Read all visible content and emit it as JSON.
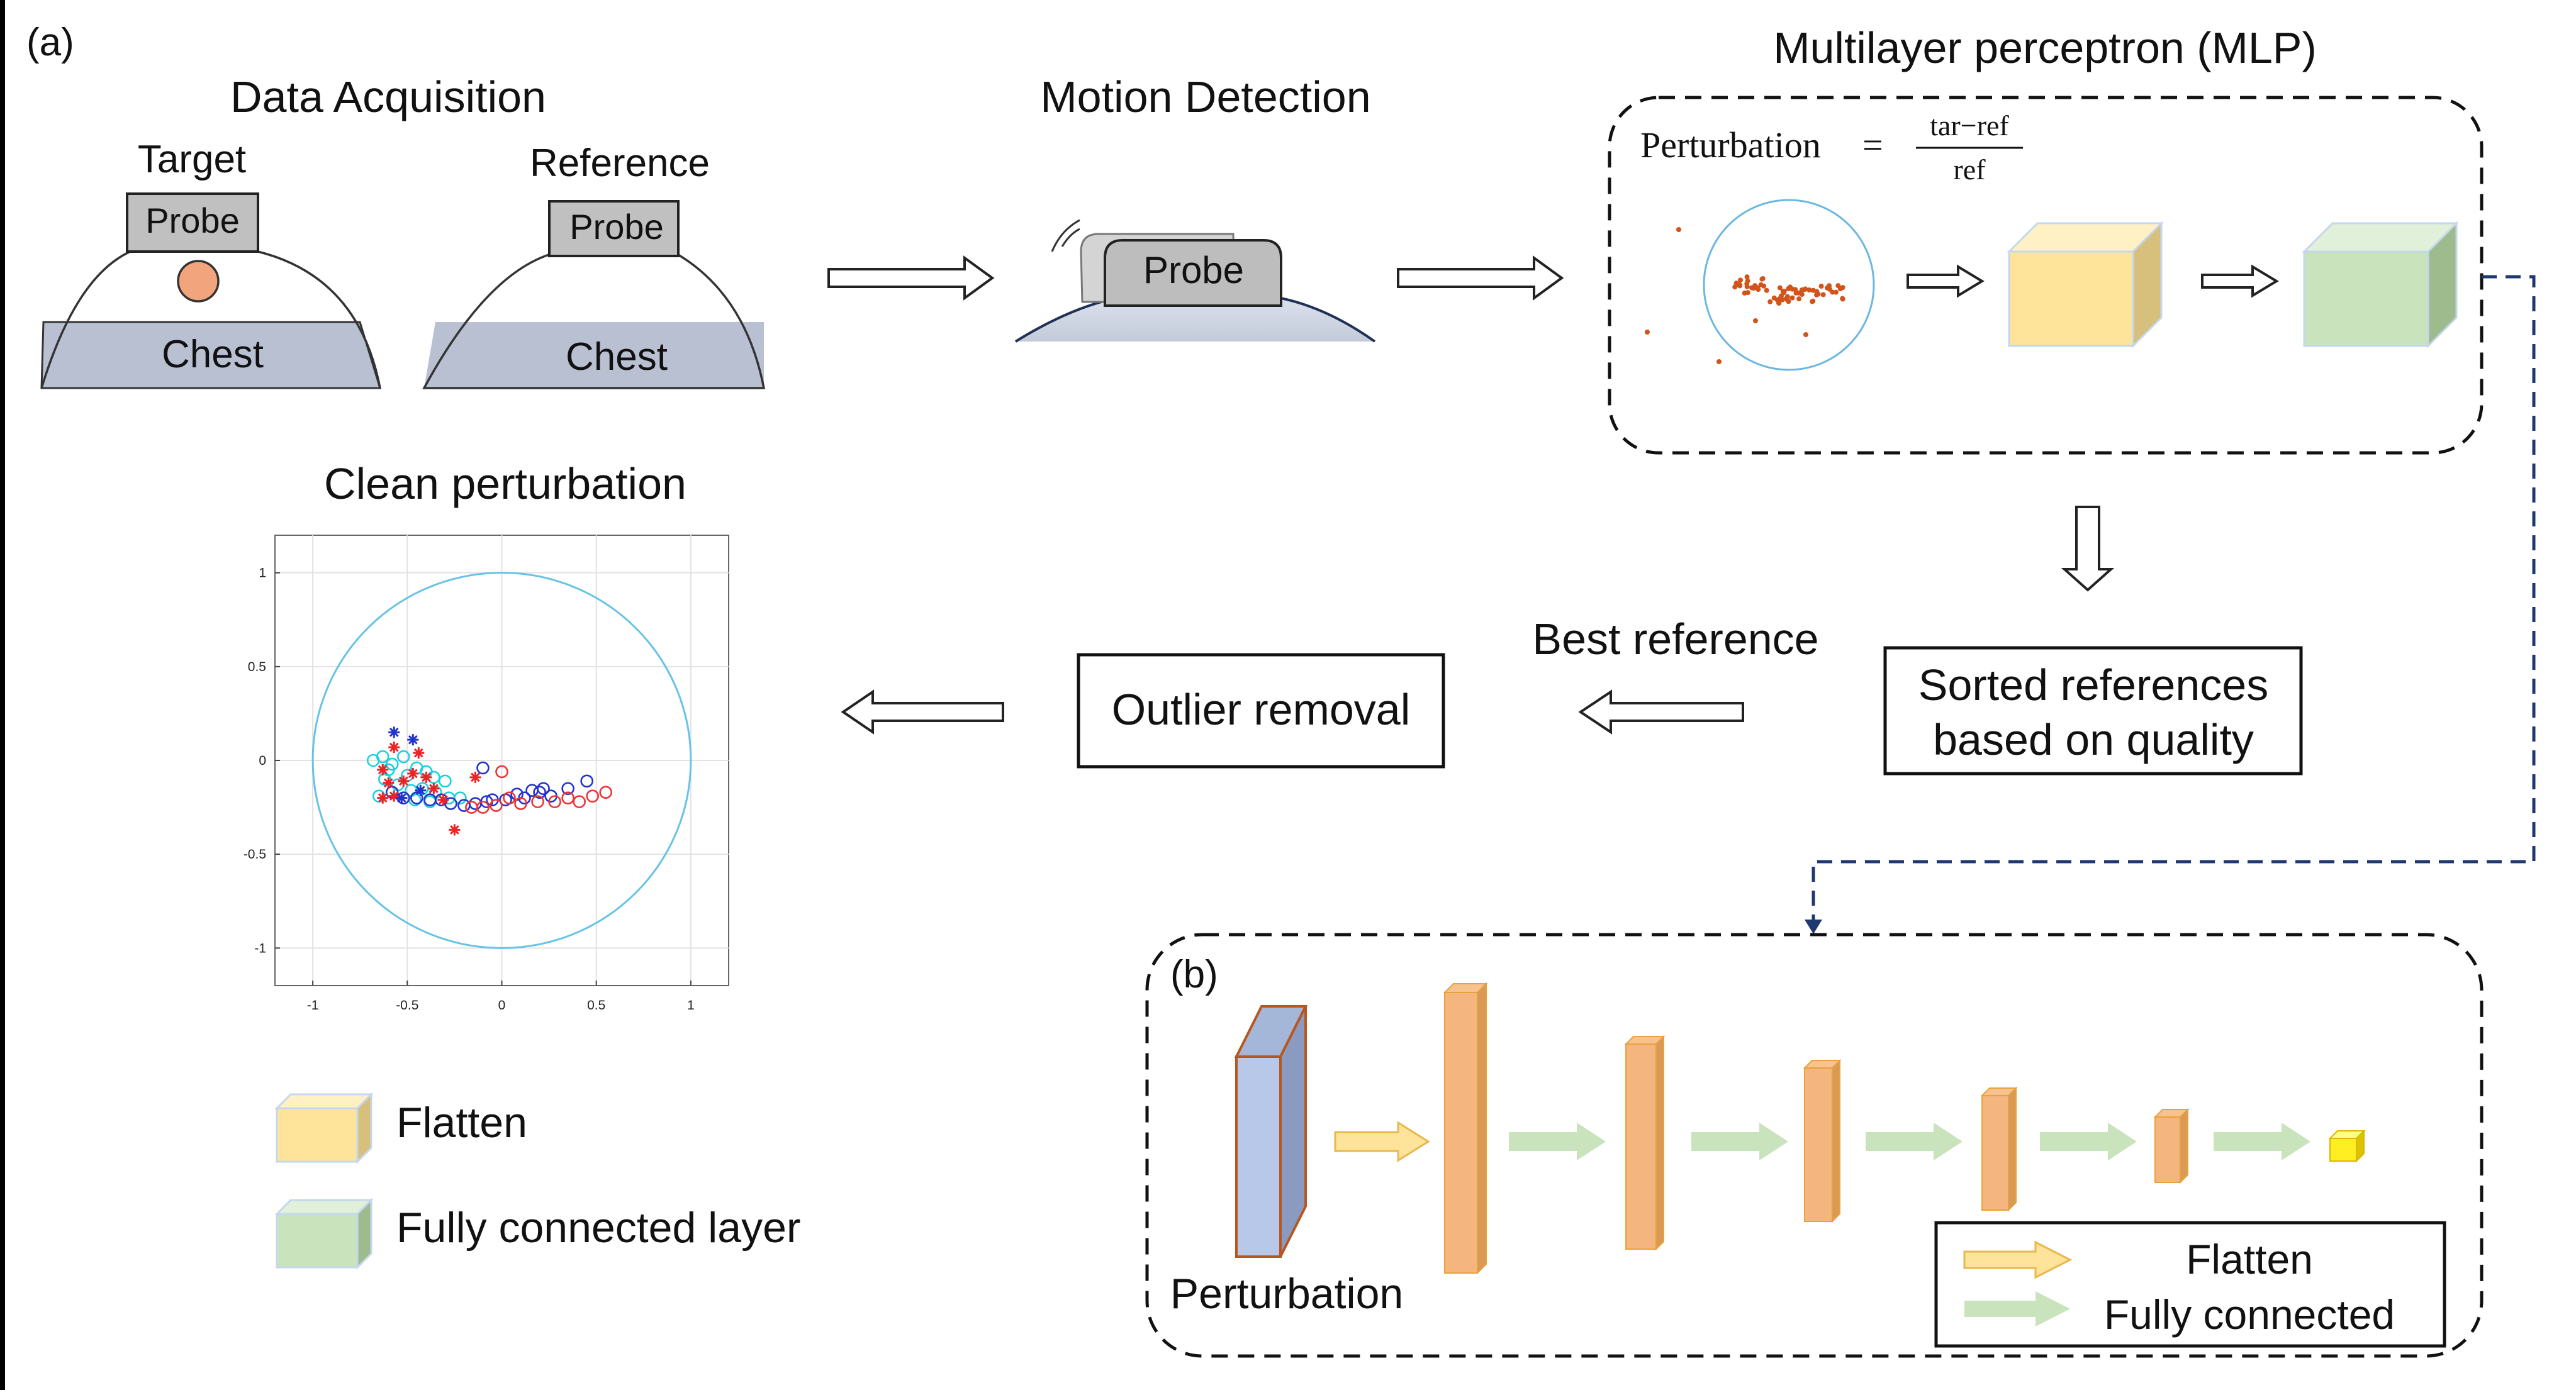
{
  "panel_a_label": "(a)",
  "panel_b_label": "(b)",
  "acquisition": {
    "title": "Data Acquisition",
    "target_label": "Target",
    "reference_label": "Reference",
    "probe_label": "Probe",
    "chest_label": "Chest"
  },
  "motion": {
    "title": "Motion Detection",
    "probe_label": "Probe"
  },
  "mlp": {
    "title": "Multilayer perceptron (MLP)",
    "formula_lhs": "Perturbation",
    "formula_eq": "=",
    "formula_num": "tar−ref",
    "formula_den": "ref"
  },
  "sorted_box": {
    "line1": "Sorted references",
    "line2": "based on quality"
  },
  "best_reference_label": "Best reference",
  "outlier_box": {
    "label": "Outlier removal"
  },
  "clean": {
    "title": "Clean perturbation"
  },
  "legend_a": {
    "flatten": "Flatten",
    "fully_connected": "Fully connected layer",
    "flatten_color": "#fde49a",
    "fc_color": "#c9e3bd"
  },
  "network": {
    "input_label": "Perturbation",
    "legend_flatten": "Flatten",
    "legend_fc": "Fully connected",
    "layer_color": "#f5b57f",
    "output_color": "#ffee22"
  },
  "chart_data": {
    "type": "scatter",
    "title": "Clean perturbation",
    "xlim": [
      -1.2,
      1.2
    ],
    "ylim": [
      -1.2,
      1.2
    ],
    "xticks": [
      -1,
      -0.5,
      0,
      0.5,
      1
    ],
    "xtick_labels": [
      "-1",
      "-0.5",
      "0",
      "0.5",
      "1"
    ],
    "yticks": [
      1,
      0.5,
      0,
      -0.5,
      -1
    ],
    "ytick_labels": [
      "1",
      "0.5",
      "0",
      "-0.5",
      "-1"
    ],
    "grid": true,
    "unit_circle": {
      "radius": 1,
      "color": "#67c3e6"
    },
    "series": [
      {
        "marker": "o",
        "color": "#19d0e0",
        "points": [
          [
            -0.68,
            0.0
          ],
          [
            -0.63,
            0.02
          ],
          [
            -0.58,
            -0.02
          ],
          [
            -0.52,
            0.02
          ],
          [
            -0.45,
            -0.04
          ],
          [
            -0.4,
            -0.06
          ],
          [
            -0.36,
            -0.09
          ],
          [
            -0.62,
            -0.1
          ],
          [
            -0.55,
            -0.13
          ],
          [
            -0.48,
            -0.16
          ],
          [
            -0.42,
            -0.15
          ],
          [
            -0.35,
            -0.17
          ],
          [
            -0.28,
            -0.2
          ],
          [
            -0.22,
            -0.2
          ],
          [
            -0.6,
            -0.05
          ],
          [
            -0.5,
            -0.08
          ],
          [
            -0.3,
            -0.11
          ],
          [
            -0.46,
            -0.21
          ],
          [
            -0.65,
            -0.19
          ],
          [
            -0.38,
            -0.22
          ]
        ]
      },
      {
        "marker": "o",
        "color": "#2233cc",
        "points": [
          [
            -0.58,
            -0.17
          ],
          [
            -0.52,
            -0.2
          ],
          [
            -0.45,
            -0.2
          ],
          [
            -0.38,
            -0.21
          ],
          [
            -0.32,
            -0.21
          ],
          [
            -0.27,
            -0.23
          ],
          [
            -0.2,
            -0.24
          ],
          [
            -0.14,
            -0.23
          ],
          [
            -0.08,
            -0.22
          ],
          [
            0.02,
            -0.21
          ],
          [
            0.08,
            -0.18
          ],
          [
            0.12,
            -0.2
          ],
          [
            0.16,
            -0.16
          ],
          [
            0.2,
            -0.17
          ],
          [
            0.26,
            -0.19
          ],
          [
            0.35,
            -0.15
          ],
          [
            0.45,
            -0.11
          ],
          [
            -0.1,
            -0.04
          ],
          [
            -0.05,
            -0.21
          ],
          [
            0.22,
            -0.15
          ]
        ]
      },
      {
        "marker": "o",
        "color": "#ee3333",
        "points": [
          [
            -0.1,
            -0.25
          ],
          [
            -0.03,
            -0.24
          ],
          [
            0.04,
            -0.2
          ],
          [
            0.1,
            -0.23
          ],
          [
            0.19,
            -0.22
          ],
          [
            0.28,
            -0.22
          ],
          [
            0.35,
            -0.2
          ],
          [
            0.41,
            -0.22
          ],
          [
            0.48,
            -0.19
          ],
          [
            0.55,
            -0.17
          ],
          [
            0.0,
            -0.06
          ],
          [
            -0.16,
            -0.25
          ]
        ]
      },
      {
        "marker": "*",
        "color": "#ee2222",
        "points": [
          [
            -0.63,
            -0.05
          ],
          [
            -0.6,
            -0.12
          ],
          [
            -0.57,
            -0.19
          ],
          [
            -0.52,
            -0.11
          ],
          [
            -0.47,
            -0.07
          ],
          [
            -0.4,
            -0.09
          ],
          [
            -0.36,
            -0.15
          ],
          [
            -0.31,
            -0.21
          ],
          [
            -0.25,
            -0.37
          ],
          [
            -0.14,
            -0.09
          ],
          [
            -0.57,
            0.07
          ],
          [
            -0.44,
            0.04
          ],
          [
            -0.63,
            -0.2
          ]
        ]
      },
      {
        "marker": "*",
        "color": "#2233cc",
        "points": [
          [
            -0.57,
            0.15
          ],
          [
            -0.47,
            0.11
          ],
          [
            -0.53,
            -0.2
          ],
          [
            -0.43,
            -0.16
          ]
        ]
      }
    ]
  }
}
